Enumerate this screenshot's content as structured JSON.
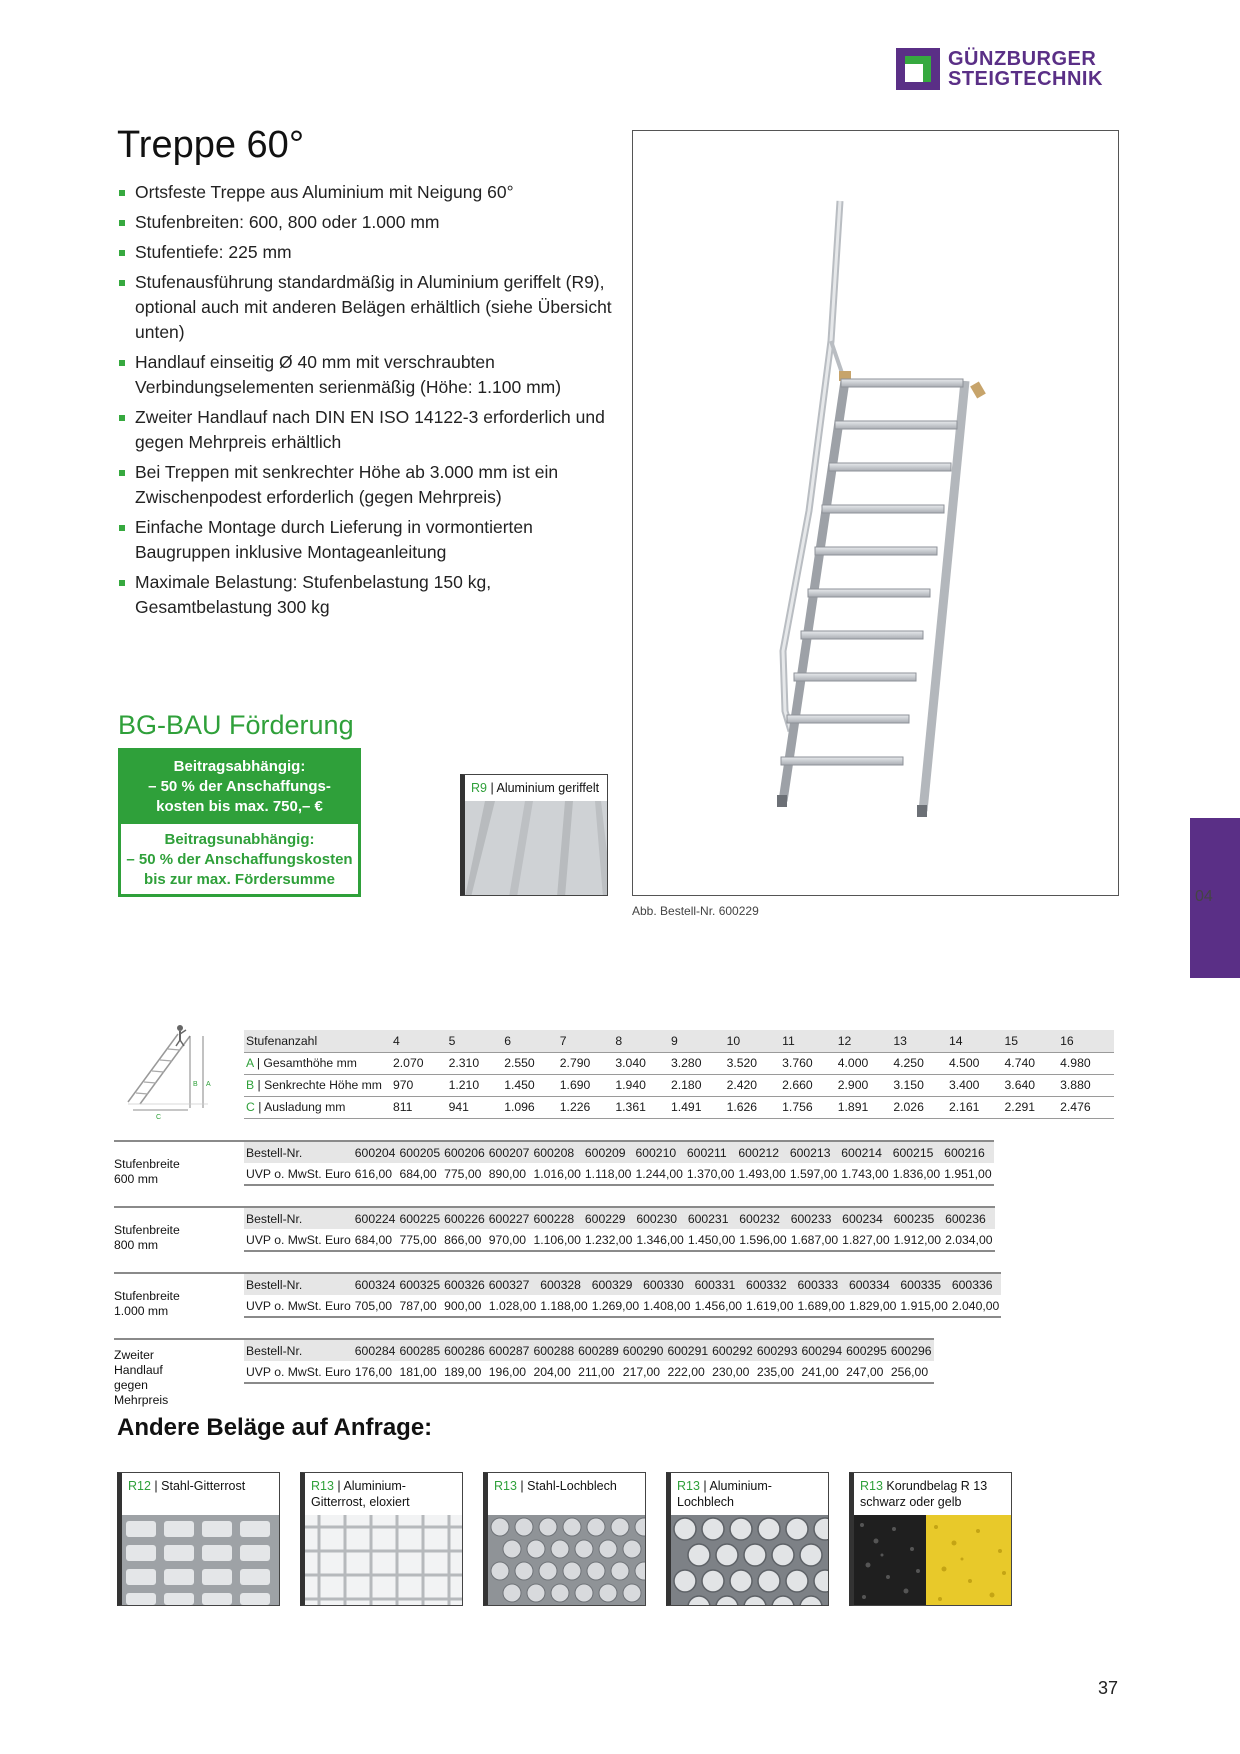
{
  "brand": {
    "line1": "GÜNZBURGER",
    "line2": "STEIGTECHNIK",
    "color": "#5a2f86"
  },
  "title": "Treppe 60°",
  "features": [
    "Ortsfeste Treppe aus Aluminium mit Neigung 60°",
    "Stufenbreiten: 600, 800 oder 1.000 mm",
    "Stufentiefe: 225 mm",
    "Stufenausführung standardmäßig in Aluminium geriffelt (R9), optional auch mit anderen Belägen erhältlich (siehe Übersicht unten)",
    "Handlauf einseitig Ø 40 mm mit verschraubten Verbindungselementen serienmäßig (Höhe: 1.100 mm)",
    "Zweiter Handlauf nach DIN EN ISO 14122-3 erforderlich und gegen Mehrpreis erhältlich",
    "Bei Treppen mit senkrechter Höhe ab 3.000 mm ist ein Zwischenpodest erforderlich (gegen Mehrpreis)",
    "Einfache Montage durch Lieferung in vormontierten Baugruppen inklusive Montageanleitung",
    "Maximale Belastung: Stufenbelastung 150 kg, Gesamtbelastung 300 kg"
  ],
  "bgbau": {
    "title": "BG-BAU Förderung",
    "top_line1": "Beitragsabhängig:",
    "top_line2": "– 50 % der Anschaffungs-",
    "top_line3": "kosten bis max. 750,– €",
    "bottom_line1": "Beitragsunabhängig:",
    "bottom_line2": "– 50 % der Anschaffungskosten",
    "bottom_line3": "bis zur max. Fördersumme",
    "color": "#2fa03a"
  },
  "r9": {
    "code": "R9",
    "label": " | Aluminium geriffelt"
  },
  "photo_caption": "Abb. Bestell-Nr. 600229",
  "chapter": "04",
  "diagram_labels": {
    "a": "A",
    "b": "B",
    "c": "C"
  },
  "spec": {
    "rows": [
      {
        "code": "",
        "label": "Stufenanzahl",
        "values": [
          "4",
          "5",
          "6",
          "7",
          "8",
          "9",
          "10",
          "11",
          "12",
          "13",
          "14",
          "15",
          "16"
        ]
      },
      {
        "code": "A",
        "label": " | Gesamthöhe mm",
        "values": [
          "2.070",
          "2.310",
          "2.550",
          "2.790",
          "3.040",
          "3.280",
          "3.520",
          "3.760",
          "4.000",
          "4.250",
          "4.500",
          "4.740",
          "4.980"
        ]
      },
      {
        "code": "B",
        "label": " | Senkrechte Höhe mm",
        "values": [
          "970",
          "1.210",
          "1.450",
          "1.690",
          "1.940",
          "2.180",
          "2.420",
          "2.660",
          "2.900",
          "3.150",
          "3.400",
          "3.640",
          "3.880"
        ]
      },
      {
        "code": "C",
        "label": " | Ausladung mm",
        "values": [
          "811",
          "941",
          "1.096",
          "1.226",
          "1.361",
          "1.491",
          "1.626",
          "1.756",
          "1.891",
          "2.026",
          "2.161",
          "2.291",
          "2.476"
        ]
      }
    ]
  },
  "groups": [
    {
      "name_line1": "Stufenbreite 600 mm",
      "name_line2": "",
      "order": [
        "600204",
        "600205",
        "600206",
        "600207",
        "600208",
        "600209",
        "600210",
        "600211",
        "600212",
        "600213",
        "600214",
        "600215",
        "600216"
      ],
      "price": [
        "616,00",
        "684,00",
        "775,00",
        "890,00",
        "1.016,00",
        "1.118,00",
        "1.244,00",
        "1.370,00",
        "1.493,00",
        "1.597,00",
        "1.743,00",
        "1.836,00",
        "1.951,00"
      ]
    },
    {
      "name_line1": "Stufenbreite 800 mm",
      "name_line2": "",
      "order": [
        "600224",
        "600225",
        "600226",
        "600227",
        "600228",
        "600229",
        "600230",
        "600231",
        "600232",
        "600233",
        "600234",
        "600235",
        "600236"
      ],
      "price": [
        "684,00",
        "775,00",
        "866,00",
        "970,00",
        "1.106,00",
        "1.232,00",
        "1.346,00",
        "1.450,00",
        "1.596,00",
        "1.687,00",
        "1.827,00",
        "1.912,00",
        "2.034,00"
      ]
    },
    {
      "name_line1": "Stufenbreite 1.000 mm",
      "name_line2": "",
      "order": [
        "600324",
        "600325",
        "600326",
        "600327",
        "600328",
        "600329",
        "600330",
        "600331",
        "600332",
        "600333",
        "600334",
        "600335",
        "600336"
      ],
      "price": [
        "705,00",
        "787,00",
        "900,00",
        "1.028,00",
        "1.188,00",
        "1.269,00",
        "1.408,00",
        "1.456,00",
        "1.619,00",
        "1.689,00",
        "1.829,00",
        "1.915,00",
        "2.040,00"
      ]
    },
    {
      "name_line1": "Zweiter Handlauf",
      "name_line2": "gegen Mehrpreis",
      "order": [
        "600284",
        "600285",
        "600286",
        "600287",
        "600288",
        "600289",
        "600290",
        "600291",
        "600292",
        "600293",
        "600294",
        "600295",
        "600296"
      ],
      "price": [
        "176,00",
        "181,00",
        "189,00",
        "196,00",
        "204,00",
        "211,00",
        "217,00",
        "222,00",
        "230,00",
        "235,00",
        "241,00",
        "247,00",
        "256,00"
      ]
    }
  ],
  "row_labels": {
    "order": "Bestell-Nr.",
    "price": "UVP o. MwSt. Euro"
  },
  "other_title": "Andere Beläge auf Anfrage:",
  "coverings": [
    {
      "code": "R12",
      "line1": " | Stahl-Gitterrost",
      "line2": ""
    },
    {
      "code": "R13",
      "line1": " | Aluminium-",
      "line2": "Gitterrost, eloxiert"
    },
    {
      "code": "R13",
      "line1": " | Stahl-Lochblech",
      "line2": ""
    },
    {
      "code": "R13",
      "line1": " | Aluminium-",
      "line2": "Lochblech"
    },
    {
      "code": "R13",
      "line1": "  Korundbelag R 13",
      "line2": "schwarz oder gelb"
    }
  ],
  "page_number": "37"
}
